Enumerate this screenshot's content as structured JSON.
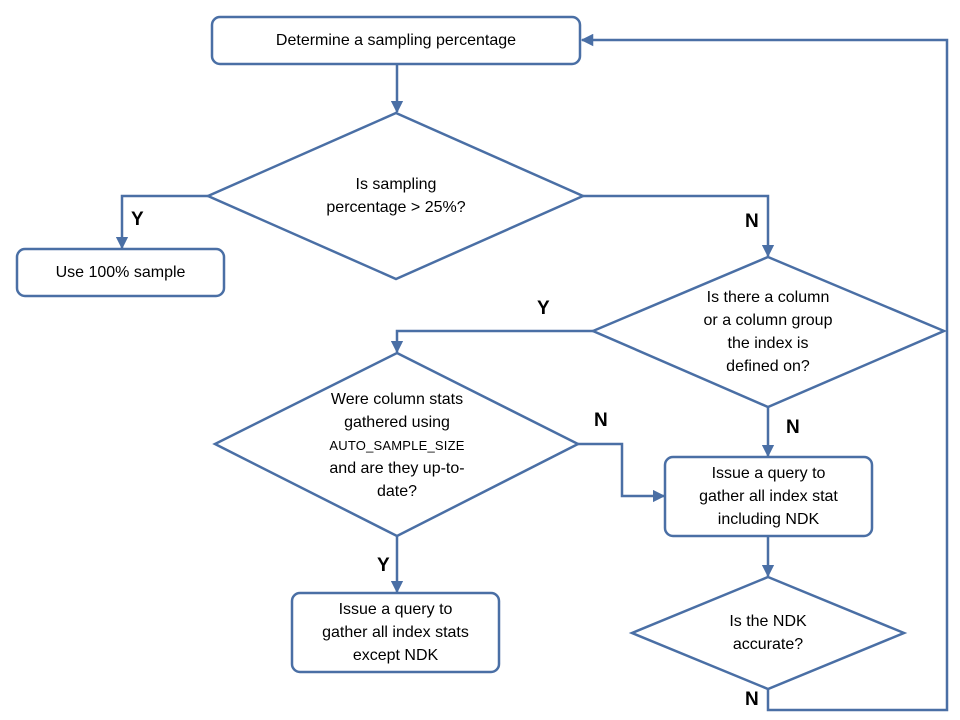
{
  "diagram": {
    "nodes": {
      "determine": {
        "lines": [
          "Determine a sampling percentage"
        ]
      },
      "check_pct": {
        "lines": [
          "Is sampling",
          "percentage > 25%?"
        ]
      },
      "use_full": {
        "lines": [
          "Use 100% sample"
        ]
      },
      "col_group": {
        "lines": [
          "Is there a column",
          "or a column group",
          "the index is",
          "defined on?"
        ]
      },
      "col_stats": {
        "lines": [
          "Were column stats",
          "gathered using",
          "AUTO_SAMPLE_SIZE",
          "and are they up-to-",
          "date?"
        ]
      },
      "query_all": {
        "lines": [
          "Issue a query to",
          "gather all index stat",
          "including NDK"
        ]
      },
      "query_except": {
        "lines": [
          "Issue a query to",
          "gather all index stats",
          "except NDK"
        ]
      },
      "ndk_accurate": {
        "lines": [
          "Is the NDK",
          "accurate?"
        ]
      }
    },
    "edge_labels": {
      "pct_yes": "Y",
      "pct_no": "N",
      "colgroup_yes": "Y",
      "colgroup_no": "N",
      "colstats_no": "N",
      "colstats_yes": "Y",
      "ndk_no": "N"
    },
    "colors": {
      "stroke": "#4a6fa5",
      "fill": "#ffffff",
      "text": "#000000"
    }
  }
}
